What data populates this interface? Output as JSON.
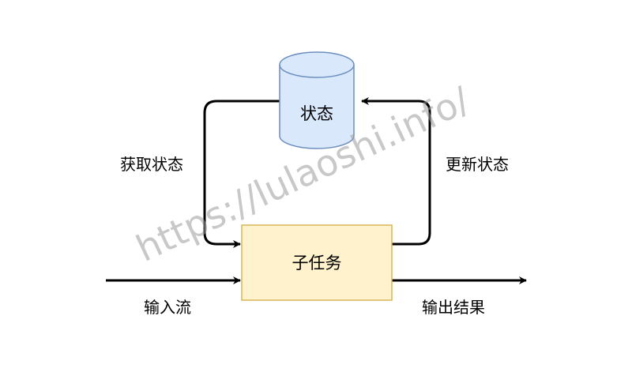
{
  "nodes": {
    "state_store": {
      "label": "状态",
      "fill": "#dae8fc",
      "stroke": "#6c8ebf"
    },
    "subtask": {
      "label": "子任务",
      "fill": "#fff2cc",
      "stroke": "#d6b656"
    }
  },
  "edges": {
    "get_state": "获取状态",
    "update_state": "更新状态",
    "input_stream": "输入流",
    "output_result": "输出结果"
  },
  "watermark": "https://lulaoshi.info/",
  "colors": {
    "arrow": "#000000",
    "watermark": "#9a9a9a"
  }
}
